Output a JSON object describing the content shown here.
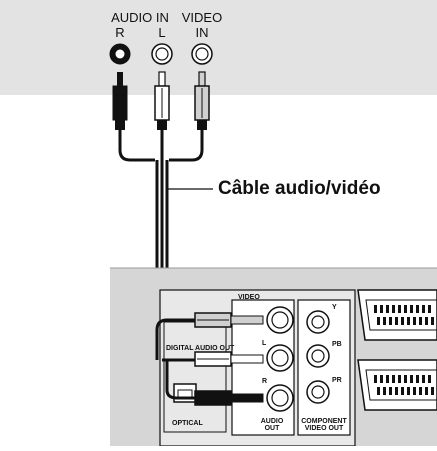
{
  "tv_panel": {
    "audio_in_label": "AUDIO IN",
    "video_label": "VIDEO",
    "audio_r": "R",
    "audio_l": "L",
    "video_in": "IN"
  },
  "cable": {
    "label": "Câble audio/vidéo"
  },
  "player": {
    "video": "VIDEO",
    "digital_audio_out": "DIGITAL AUDIO OUT",
    "l": "L",
    "r": "R",
    "optical": "OPTICAL",
    "audio": "AUDIO",
    "out": "OUT",
    "y": "Y",
    "pb": "PB",
    "pr": "PR",
    "component": "COMPONENT",
    "video_out": "VIDEO OUT"
  },
  "colors": {
    "tv_panel_bg": "#e3e3e3",
    "player_bg": "#d6d6d6",
    "cable": "#111111",
    "plug_red": "#111111",
    "plug_white": "#ffffff",
    "plug_yellow": "#d0d0d0"
  }
}
